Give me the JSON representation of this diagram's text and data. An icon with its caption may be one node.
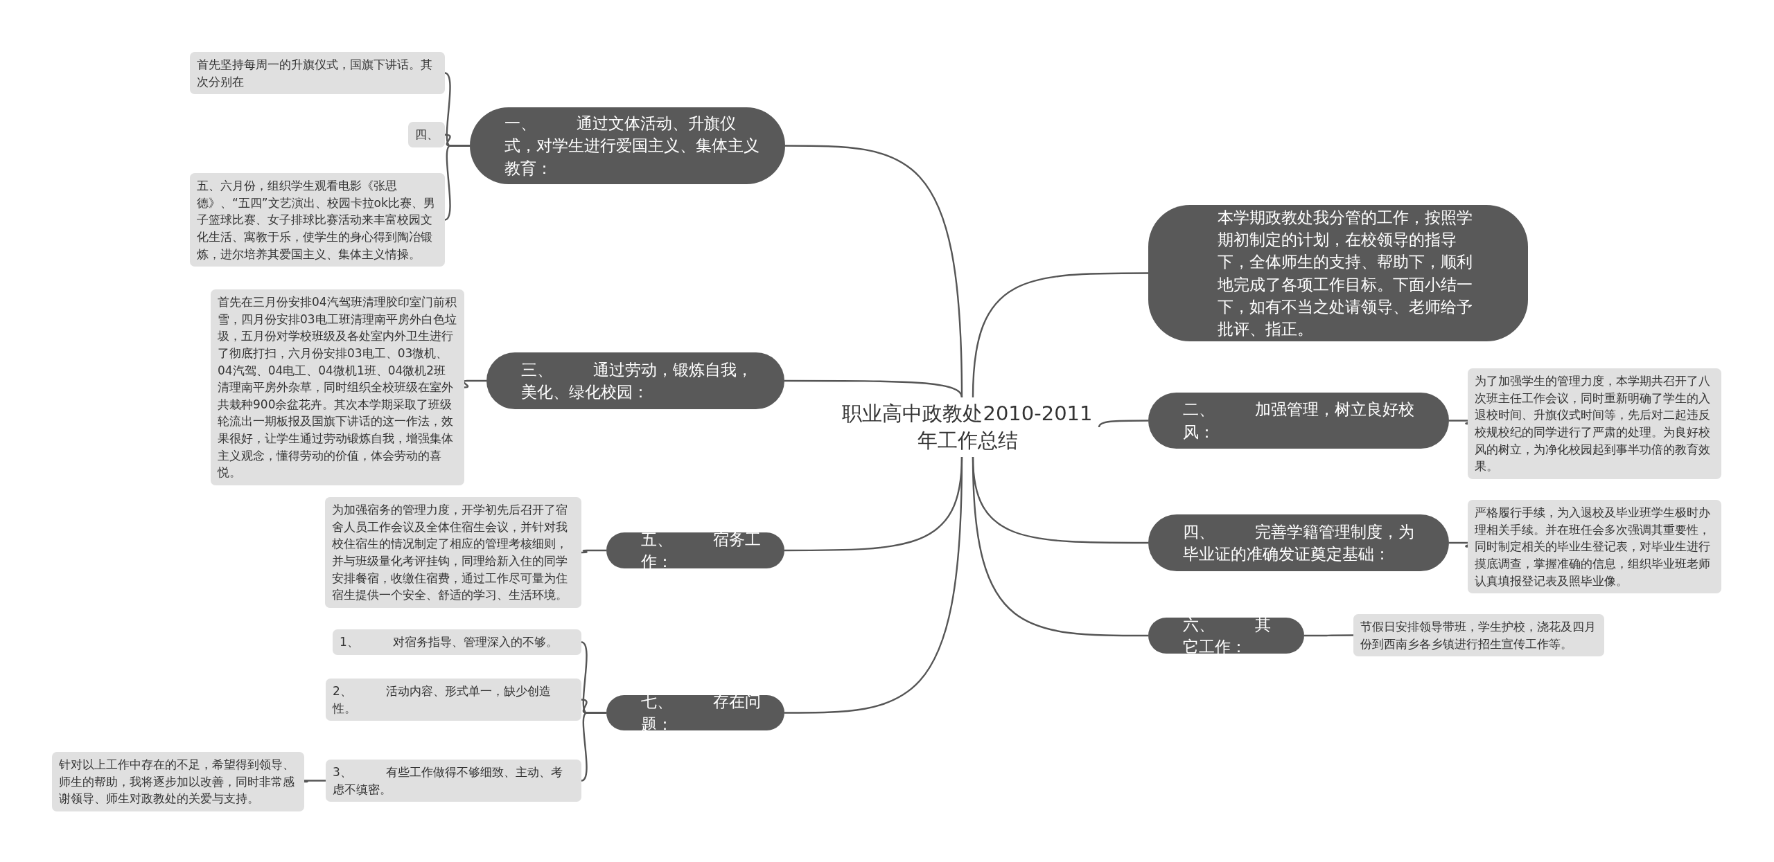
{
  "diagram": {
    "nodes": [
      {
        "text": [
          "职业高中政教处2010-2011年工作总结"
        ]
      },
      {
        "text": [
          "一、 通过文体活动、升旗仪式，对学生进行爱国主义、集体主义教育："
        ]
      },
      {
        "text": [
          "首先坚持每周一的升旗仪式，国旗下讲话。其次分别在"
        ]
      },
      {
        "text": [
          "四、"
        ]
      },
      {
        "text": [
          "五、六月份，组织学生观看电影《张思德》、“五四”文艺演出、校园卡拉ok比赛、男子篮球比赛、女子排球比赛活动来丰富校园文化生活、寓教于乐，使学生的身心得到陶冶锻炼，进尔培养其爱国主义、集体主义情操。"
        ]
      },
      {
        "text": [
          "三、 通过劳动，锻炼自我，美化、绿化校园："
        ]
      },
      {
        "text": [
          "首先在三月份安排04汽驾班清理胶印室门前积雪，四月份安排03电工班清理南平房外白色垃圾，五月份对学校班级及各处室内外卫生进行了彻底打扫，六月份安排03电工、03微机、04汽驾、04电工、04微机1班、04微机2班清理南平房外杂草，同时组织全校班级在室外共栽种900余盆花卉。其次本学期采取了班级轮流出一期板报及国旗下讲话的这一作法，效果很好，让学生通过劳动锻炼自我，增强集体主义观念，懂得劳动的价值，体会劳动的喜悦。"
        ]
      },
      {
        "text": [
          "五、 宿务工作："
        ]
      },
      {
        "text": [
          "为加强宿务的管理力度，开学初先后召开了宿舍人员工作会议及全体住宿生会议，并针对我校住宿生的情况制定了相应的管理考核细则，并与班级量化考评挂钩，同理给新入住的同学安排餐宿，收缴住宿费，通过工作尽可量为住宿生提供一个安全、舒适的学习、生活环境。"
        ]
      },
      {
        "text": [
          "七、 存在问题："
        ]
      },
      {
        "text": [
          "1、 对宿务指导、管理深入的不够。"
        ]
      },
      {
        "text": [
          "2、 活动内容、形式单一，缺少创造性。"
        ]
      },
      {
        "text": [
          "3、 有些工作做得不够细致、主动、考虑不缜密。"
        ]
      },
      {
        "text": [
          "针对以上工作中存在的不足，希望得到领导、师生的帮助，我将逐步加以改善，同时非常感谢领导、师生对政教处的关爱与支持。"
        ]
      },
      {
        "text": [
          "本学期政教处我分管的工作，按照学期初制定的计划，在校领导的指导下，全体师生的支持、帮助下，顺利地完成了各项工作目标。下面小结一下，如有不当之处请领导、老师给予批评、指正。"
        ]
      },
      {
        "text": [
          "二、 加强管理，树立良好校风："
        ]
      },
      {
        "text": [
          "为了加强学生的管理力度，本学期共召开了八次班主任工作会议，同时重新明确了学生的入退校时间、升旗仪式时间等，先后对二起违反校规校纪的同学进行了严肃的处理。为良好校风的树立，为净化校园起到事半功倍的教育效果。"
        ]
      },
      {
        "text": [
          "四、 完善学籍管理制度，为毕业证的准确发证奠定基础："
        ]
      },
      {
        "text": [
          "严格履行手续，为入退校及毕业班学生极时办理相关手续。并在班任会多次强调其重要性，同时制定相关的毕业生登记表，对毕业生进行摸底调查，掌握准确的信息，组织毕业班老师认真填报登记表及照毕业像。"
        ]
      },
      {
        "text": [
          "六、 其它工作："
        ]
      },
      {
        "text": [
          "节假日安排领导带班，学生护校，浇花及四月份到西南乡各乡镇进行招生宣传工作等。"
        ]
      }
    ],
    "edges": [
      {
        "from": 0,
        "to": 1,
        "arrow": "none"
      },
      {
        "from": 1,
        "to": 2,
        "arrow": "none"
      },
      {
        "from": 1,
        "to": 3,
        "arrow": "none"
      },
      {
        "from": 1,
        "to": 4,
        "arrow": "none"
      },
      {
        "from": 0,
        "to": 5,
        "arrow": "none"
      },
      {
        "from": 5,
        "to": 6,
        "arrow": "none"
      },
      {
        "from": 0,
        "to": 7,
        "arrow": "none"
      },
      {
        "from": 7,
        "to": 8,
        "arrow": "none"
      },
      {
        "from": 0,
        "to": 9,
        "arrow": "none"
      },
      {
        "from": 9,
        "to": 10,
        "arrow": "none"
      },
      {
        "from": 9,
        "to": 11,
        "arrow": "none"
      },
      {
        "from": 9,
        "to": 12,
        "arrow": "none"
      },
      {
        "from": 12,
        "to": 13,
        "arrow": "none"
      },
      {
        "from": 0,
        "to": 14,
        "arrow": "none"
      },
      {
        "from": 0,
        "to": 15,
        "arrow": "none"
      },
      {
        "from": 15,
        "to": 16,
        "arrow": "none"
      },
      {
        "from": 0,
        "to": 17,
        "arrow": "none"
      },
      {
        "from": 17,
        "to": 18,
        "arrow": "none"
      },
      {
        "from": 0,
        "to": 19,
        "arrow": "none"
      },
      {
        "from": 19,
        "to": 20,
        "arrow": "none"
      }
    ]
  }
}
